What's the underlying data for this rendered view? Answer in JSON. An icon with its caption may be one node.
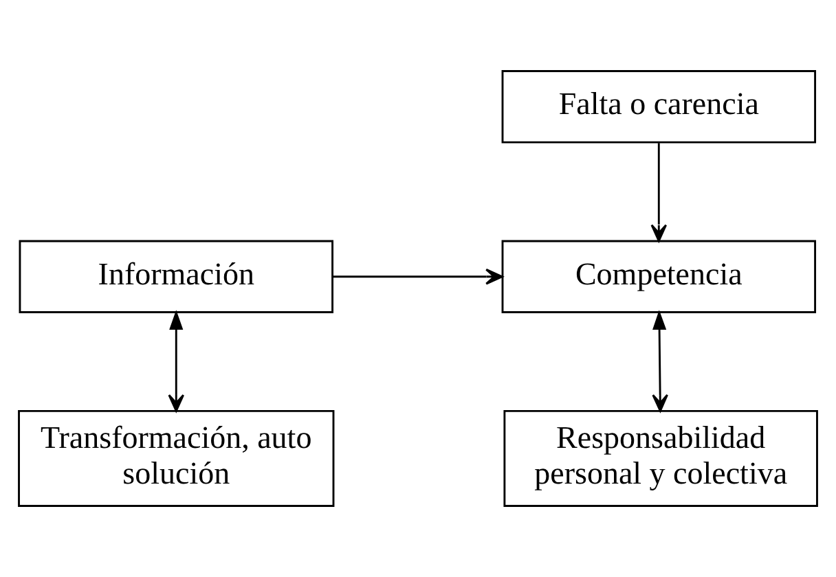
{
  "diagram": {
    "nodes": [
      {
        "text": [
          "Falta o carencia"
        ]
      },
      {
        "text": [
          "Competencia"
        ]
      },
      {
        "text": [
          "Información"
        ]
      },
      {
        "text": [
          "Responsabilidad personal y colectiva"
        ]
      },
      {
        "text": [
          "Transformación, auto solución"
        ]
      }
    ],
    "edges": [
      {
        "from": 0,
        "to": 1,
        "arrow": "to"
      },
      {
        "from": 2,
        "to": 1,
        "arrow": "to"
      },
      {
        "from": 1,
        "to": 3,
        "arrow": "both"
      },
      {
        "from": 2,
        "to": 4,
        "arrow": "both"
      }
    ]
  }
}
